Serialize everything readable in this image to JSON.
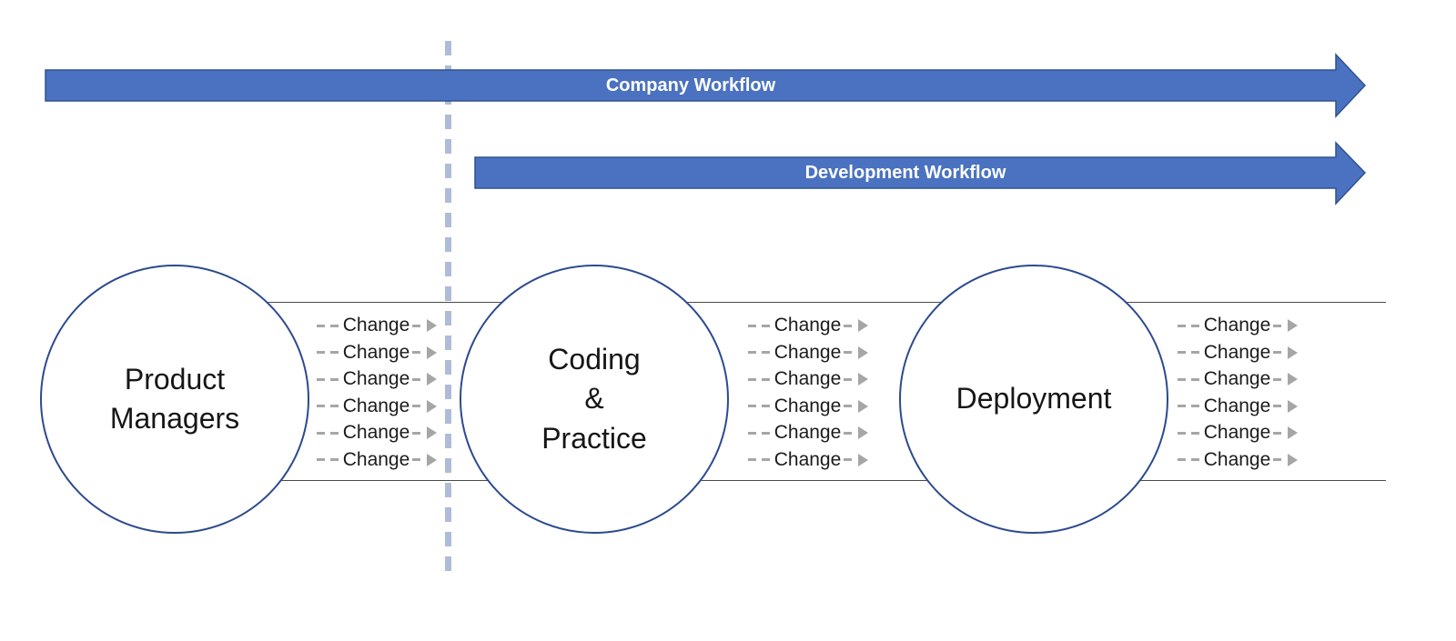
{
  "arrows": {
    "company": {
      "label": "Company Workflow"
    },
    "development": {
      "label": "Development Workflow"
    }
  },
  "nodes": {
    "product_managers": {
      "lines": [
        "Product",
        "Managers"
      ]
    },
    "coding_practice": {
      "lines": [
        "Coding",
        "&",
        "Practice"
      ]
    },
    "deployment": {
      "lines": [
        "Deployment"
      ]
    }
  },
  "change_columns": [
    {
      "items": [
        "Change",
        "Change",
        "Change",
        "Change",
        "Change",
        "Change"
      ]
    },
    {
      "items": [
        "Change",
        "Change",
        "Change",
        "Change",
        "Change",
        "Change"
      ]
    },
    {
      "items": [
        "Change",
        "Change",
        "Change",
        "Change",
        "Change",
        "Change"
      ]
    }
  ],
  "colors": {
    "arrow_fill": "#4a72c0",
    "arrow_border": "#2f528f",
    "divider_dash": "#aebcd9",
    "node_stroke": "#2b4a8f",
    "lane_line": "#4a4a4a",
    "change_gray": "#a6a6a6",
    "text": "#1b1b1b"
  }
}
